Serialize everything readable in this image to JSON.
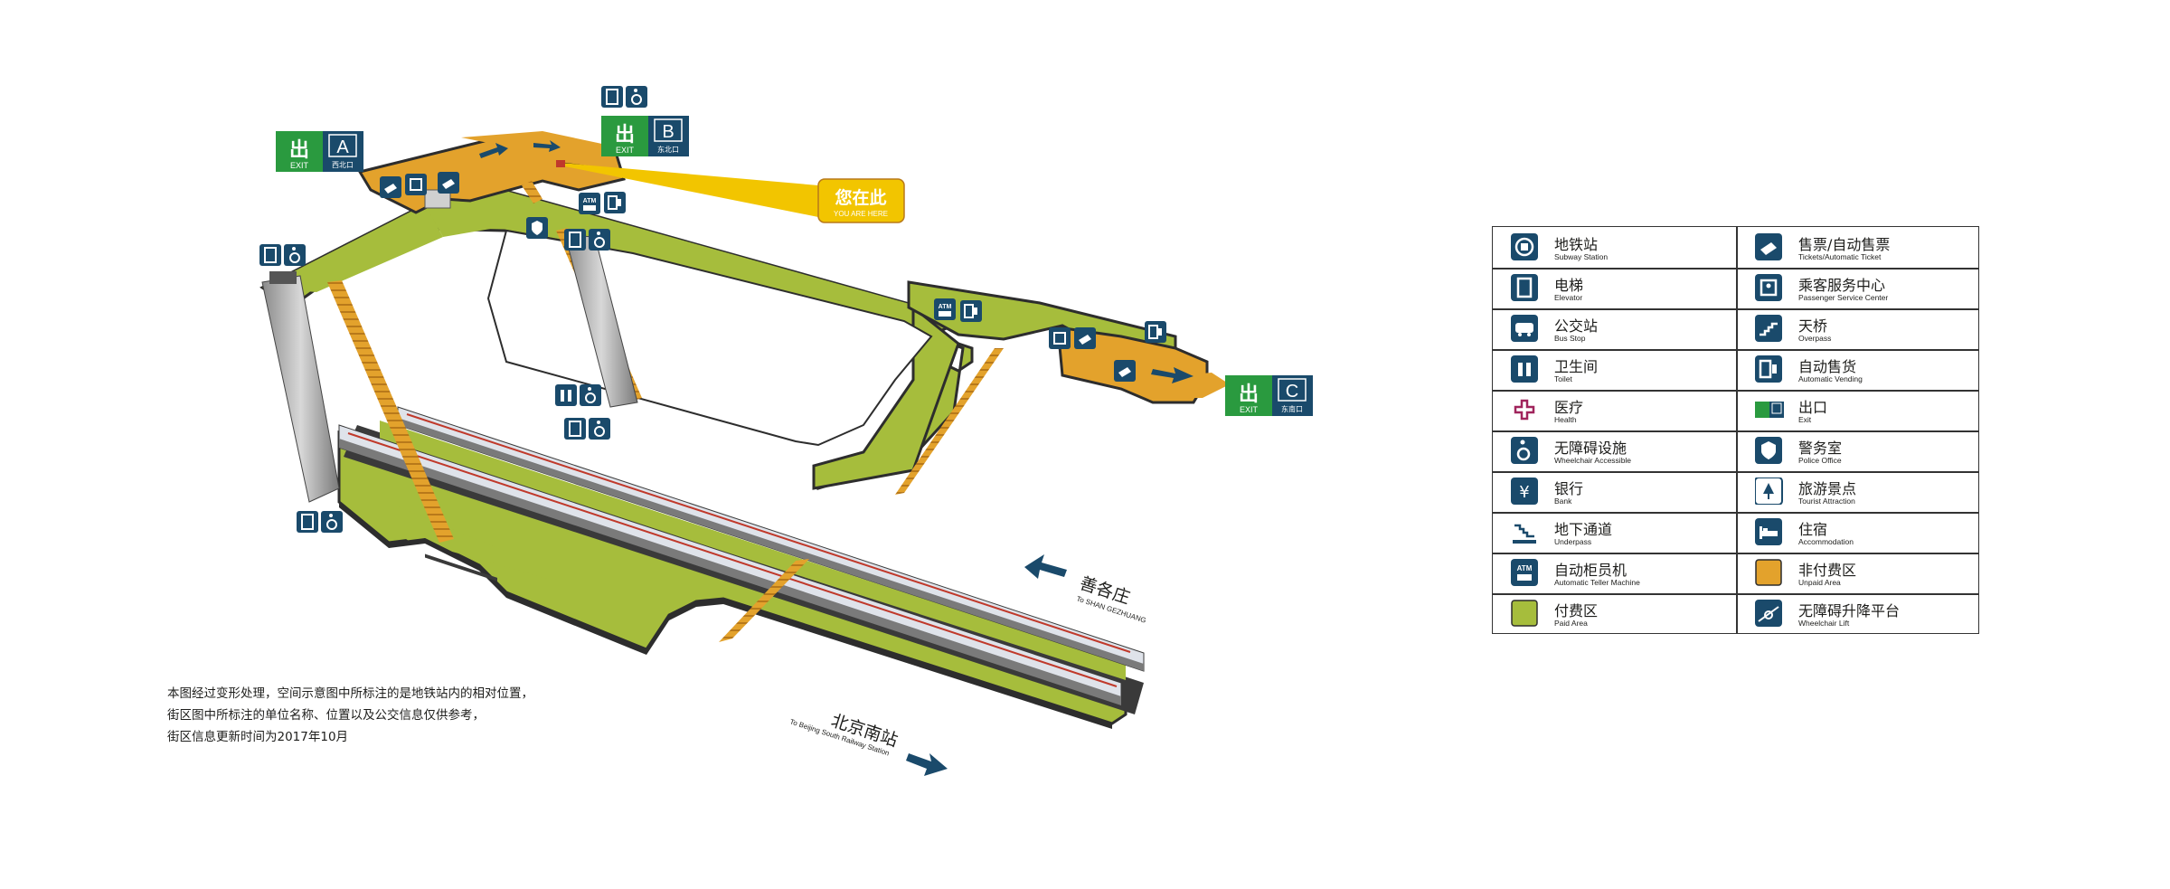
{
  "here": {
    "cn": "您在此",
    "en": "YOU ARE HERE"
  },
  "exits": {
    "exit_cn": "出",
    "exit_en": "EXIT",
    "a": {
      "letter": "A",
      "sub": "西北口"
    },
    "b": {
      "letter": "B",
      "sub": "东北口"
    },
    "c": {
      "letter": "C",
      "sub": "东南口"
    }
  },
  "directions": {
    "north": {
      "cn": "善各庄",
      "en": "To SHAN GEZHUANG"
    },
    "south": {
      "cn": "北京南站",
      "en": "To Beijing South Railway Station"
    }
  },
  "icon_text": {
    "atm": "ATM",
    "bank": "¥"
  },
  "note": [
    "本图经过变形处理，空间示意图中所标注的是地铁站内的相对位置，",
    "街区图中所标注的单位名称、位置以及公交信息仅供参考，",
    "街区信息更新时间为2017年10月"
  ],
  "legend": [
    {
      "cn": "地铁站",
      "en": "Subway Station",
      "icon": "subway-icon"
    },
    {
      "cn": "售票/自动售票",
      "en": "Tickets/Automatic Ticket",
      "icon": "ticket-icon"
    },
    {
      "cn": "电梯",
      "en": "Elevator",
      "icon": "elevator-icon"
    },
    {
      "cn": "乘客服务中心",
      "en": "Passenger Service Center",
      "icon": "service-center-icon"
    },
    {
      "cn": "公交站",
      "en": "Bus Stop",
      "icon": "bus-icon"
    },
    {
      "cn": "天桥",
      "en": "Overpass",
      "icon": "overpass-icon"
    },
    {
      "cn": "卫生间",
      "en": "Toilet",
      "icon": "toilet-icon"
    },
    {
      "cn": "自动售货",
      "en": "Automatic Vending",
      "icon": "vending-icon"
    },
    {
      "cn": "医疗",
      "en": "Health",
      "icon": "health-icon"
    },
    {
      "cn": "出口",
      "en": "Exit",
      "icon": "exit-icon"
    },
    {
      "cn": "无障碍设施",
      "en": "Wheelchair Accessible",
      "icon": "wheelchair-icon"
    },
    {
      "cn": "警务室",
      "en": "Police Office",
      "icon": "police-icon"
    },
    {
      "cn": "银行",
      "en": "Bank",
      "icon": "bank-icon"
    },
    {
      "cn": "旅游景点",
      "en": "Tourist Attraction",
      "icon": "tourist-icon"
    },
    {
      "cn": "地下通道",
      "en": "Underpass",
      "icon": "underpass-icon"
    },
    {
      "cn": "住宿",
      "en": "Accommodation",
      "icon": "accommodation-icon"
    },
    {
      "cn": "自动柜员机",
      "en": "Automatic Teller Machine",
      "icon": "atm-icon"
    },
    {
      "cn": "非付费区",
      "en": "Unpaid Area",
      "icon": "unpaid-area-swatch"
    },
    {
      "cn": "付费区",
      "en": "Paid Area",
      "icon": "paid-area-swatch"
    },
    {
      "cn": "无障碍升降平台",
      "en": "Wheelchair Lift",
      "icon": "wheelchair-lift-icon"
    }
  ],
  "colors": {
    "paid": "#a6bd3c",
    "unpaid": "#e3a22c",
    "icon_blue": "#1a4a6b",
    "exit_green": "#2a9a3f",
    "here_yellow": "#f2c500",
    "rail_dark": "#3a3a3a"
  }
}
